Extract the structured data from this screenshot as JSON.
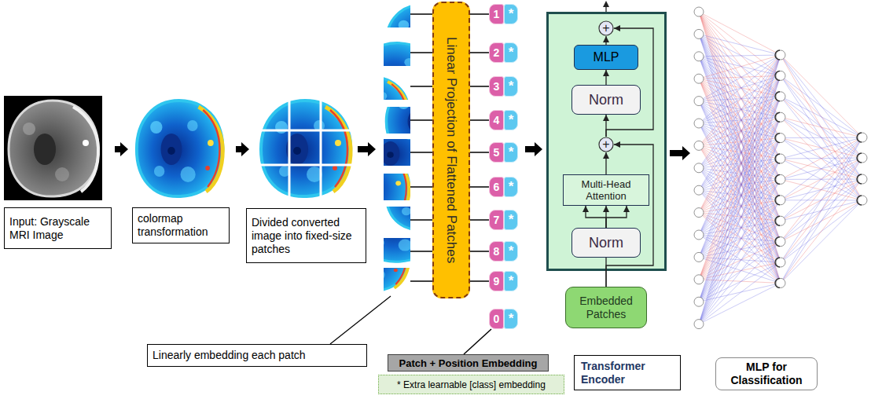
{
  "diagram": {
    "nodes": [
      {
        "text": [
          "Input: Grayscale MRI Image"
        ]
      },
      {
        "text": [
          "colormap transformation"
        ]
      },
      {
        "text": [
          "Divided converted image into fixed-size patches"
        ]
      },
      {
        "text": [
          "Linear Projection of Flattened Patches"
        ]
      },
      {
        "text": [
          "1"
        ]
      },
      {
        "text": [
          "*"
        ]
      },
      {
        "text": [
          "2"
        ]
      },
      {
        "text": [
          "*"
        ]
      },
      {
        "text": [
          "3"
        ]
      },
      {
        "text": [
          "*"
        ]
      },
      {
        "text": [
          "4"
        ]
      },
      {
        "text": [
          "*"
        ]
      },
      {
        "text": [
          "5"
        ]
      },
      {
        "text": [
          "*"
        ]
      },
      {
        "text": [
          "6"
        ]
      },
      {
        "text": [
          "*"
        ]
      },
      {
        "text": [
          "7"
        ]
      },
      {
        "text": [
          "*"
        ]
      },
      {
        "text": [
          "8"
        ]
      },
      {
        "text": [
          "*"
        ]
      },
      {
        "text": [
          "9"
        ]
      },
      {
        "text": [
          "*"
        ]
      },
      {
        "text": [
          "0"
        ]
      },
      {
        "text": [
          "*"
        ]
      },
      {
        "text": [
          "Linearly embedding each patch"
        ]
      },
      {
        "text": [
          "Patch + Position Embedding"
        ]
      },
      {
        "text": [
          "* Extra learnable [class] embedding"
        ]
      },
      {
        "text": []
      },
      {
        "text": [
          "+"
        ],
        "in": 27
      },
      {
        "text": [
          "MLP"
        ],
        "in": 27
      },
      {
        "text": [
          "Norm"
        ],
        "in": 27
      },
      {
        "text": [
          "+"
        ],
        "in": 27
      },
      {
        "text": [
          "Multi-Head Attention"
        ],
        "in": 27
      },
      {
        "text": [
          "Norm"
        ],
        "in": 27
      },
      {
        "text": [
          "Embedded Patches"
        ]
      },
      {
        "text": [
          "Transformer Encoder"
        ]
      },
      {
        "text": [
          "MLP for Classification"
        ]
      }
    ],
    "edges": [
      {
        "from": 3,
        "to": 4,
        "arrow": "none"
      },
      {
        "from": 3,
        "to": 6,
        "arrow": "none"
      },
      {
        "from": 3,
        "to": 8,
        "arrow": "none"
      },
      {
        "from": 3,
        "to": 10,
        "arrow": "none"
      },
      {
        "from": 3,
        "to": 12,
        "arrow": "none"
      },
      {
        "from": 3,
        "to": 14,
        "arrow": "none"
      },
      {
        "from": 3,
        "to": 16,
        "arrow": "none"
      },
      {
        "from": 3,
        "to": 18,
        "arrow": "none"
      },
      {
        "from": 3,
        "to": 20,
        "arrow": "none"
      },
      {
        "from": 22,
        "to": 25,
        "arrow": "none"
      },
      {
        "from": 34,
        "to": 33,
        "arrow": "none"
      },
      {
        "from": 34,
        "to": 31,
        "arrow": "to"
      },
      {
        "from": 33,
        "to": 32,
        "arrow": "to"
      },
      {
        "from": 33,
        "to": 32,
        "arrow": "to"
      },
      {
        "from": 33,
        "to": 32,
        "arrow": "to"
      },
      {
        "from": 32,
        "to": 31,
        "arrow": "to"
      },
      {
        "from": 31,
        "to": 30,
        "arrow": "to"
      },
      {
        "from": 31,
        "to": 28,
        "arrow": "to"
      },
      {
        "from": 30,
        "to": 29,
        "arrow": "to"
      },
      {
        "from": 29,
        "to": 28,
        "arrow": "to"
      }
    ]
  }
}
